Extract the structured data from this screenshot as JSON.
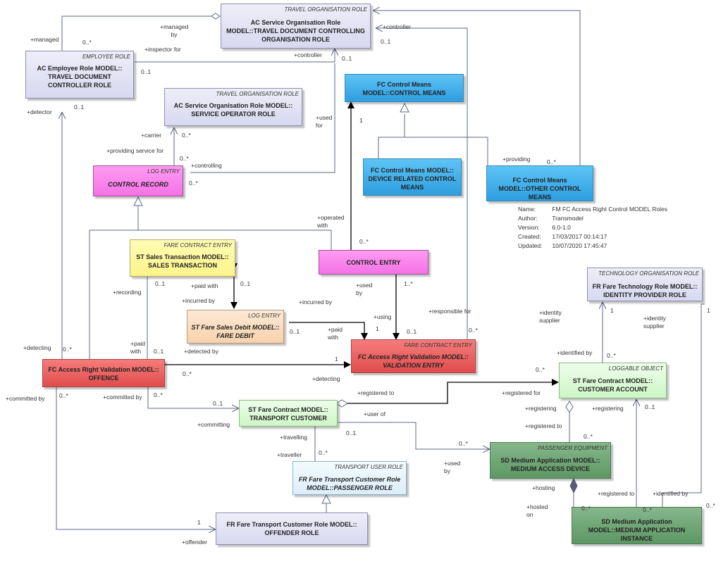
{
  "boxes": {
    "doc_ctrl_org": {
      "stereotype": "TRAVEL ORGANISATION ROLE",
      "name": "AC Service Organisation Role MODEL::TRAVEL DOCUMENT CONTROLLING ORGANISATION ROLE"
    },
    "employee": {
      "stereotype": "EMPLOYEE ROLE",
      "name": "AC Employee Role MODEL:: TRAVEL DOCUMENT CONTROLLER ROLE"
    },
    "service_operator": {
      "stereotype": "TRAVEL ORGANISATION ROLE",
      "name": "AC Service Organisation Role MODEL:: SERVICE OPERATOR ROLE"
    },
    "control_means": {
      "stereotype": "",
      "name": "FC Control Means MODEL::CONTROL MEANS"
    },
    "device_means": {
      "stereotype": "",
      "name": "FC Control Means MODEL:: DEVICE RELATED CONTROL MEANS"
    },
    "other_means": {
      "stereotype": "",
      "name": "FC Control Means MODEL::OTHER CONTROL MEANS"
    },
    "control_record": {
      "stereotype": "LOG ENTRY",
      "name": "CONTROL RECORD"
    },
    "sales_tx": {
      "stereotype": "FARE CONTRACT ENTRY",
      "name": "ST Sales Transaction MODEL:: SALES TRANSACTION"
    },
    "control_entry": {
      "stereotype": "",
      "name": "CONTROL ENTRY"
    },
    "fare_debit": {
      "stereotype": "LOG ENTRY",
      "name": "ST Fare Sales Debit MODEL:: FARE DEBIT"
    },
    "validation_entry": {
      "stereotype": "FARE CONTRACT ENTRY",
      "name": "FC Access Right Validation MODEL:: VALIDATION ENTRY"
    },
    "offence": {
      "stereotype": "",
      "name": "FC Access Right Validation MODEL:: OFFENCE"
    },
    "idp_role": {
      "stereotype": "TECHNOLOGY ORGANISATION ROLE",
      "name": "FR Fare Technology Role MODEL:: IDENTITY PROVIDER ROLE"
    },
    "customer_account": {
      "stereotype": "LOGGABLE OBJECT",
      "name": "ST Fare Contract MODEL:: CUSTOMER ACCOUNT"
    },
    "transport_customer": {
      "stereotype": "",
      "name": "ST Fare Contract MODEL:: TRANSPORT CUSTOMER"
    },
    "medium_access_device": {
      "stereotype": "PASSENGER EQUIPMENT",
      "name": "SD Medium Application MODEL:: MEDIUM ACCESS DEVICE"
    },
    "passenger_role": {
      "stereotype": "TRANSPORT USER ROLE",
      "name": "FR Fare Transport Customer Role MODEL::PASSENGER ROLE"
    },
    "offender_role": {
      "stereotype": "",
      "name": "FR Fare Transport Customer Role MODEL:: OFFENDER ROLE"
    },
    "medium_app_instance": {
      "stereotype": "",
      "name": "SD Medium Application MODEL::MEDIUM APPLICATION INSTANCE"
    }
  },
  "labels": {
    "managed": "+managed",
    "managed_by": "+managed by",
    "mult_0s_a": "0..*",
    "inspector_for": "+inspector for",
    "controller_a": "+controller",
    "mult_01_a": "0..1",
    "controller_b": "+controller",
    "mult_01_b": "0..1",
    "mult_01_c": "0..1",
    "mult_01_d": "0..1",
    "detector": "+detector",
    "used_for": "+used for",
    "mult_1_a": "1",
    "carrier": "+carrier",
    "mult_0s_b": "0..*",
    "providing_service_for": "+providing service for",
    "mult_0s_c": "0..*",
    "controlling": "+controlling",
    "mult_0s_d": "0..*",
    "providing": "+providing",
    "mult_0s_e": "0..*",
    "operated_with": "+operated with",
    "mult_0s_f": "0..*",
    "recording": "+recording",
    "mult_01_e": "0..1",
    "paid_with_a": "+paid with",
    "mult_01_f": "0..1",
    "incurred_by_a": "+incurred by",
    "incurred_by_b": "+incurred by",
    "used_by_a": "+used by",
    "mult_1s": "1..*",
    "responsible_for": "+responsible for",
    "identity_supplier_a": "+identity supplier",
    "mult_1_b": "1",
    "identity_supplier_b": "+identity supplier",
    "mult_1_c": "1",
    "using": "+using",
    "mult_1_d": "1",
    "paid_with_b": "+paid with",
    "mult_01_g": "0..1",
    "mult_01_h": "0..1",
    "mult_0s_g": "0..*",
    "detecting_a": "+detecting",
    "mult_0s_h": "0..*",
    "paid_with_c": "+paid with",
    "mult_01_i": "0..1",
    "detected_by": "+detected by",
    "mult_1_e": "1",
    "mult_0s_i": "0..*",
    "detecting_b": "+detecting",
    "identified_by_a": "+identified by",
    "mult_0s_j": "0..*",
    "mult_0s_k": "0..*",
    "committed_by_a": "+committed by",
    "mult_0s_l": "0..*",
    "committed_by_b": "+committed by",
    "mult_0s_m": "0..*",
    "registered_to_a": "+registered to",
    "registered_for": "+registered for",
    "mult_01_j": "0..1",
    "committing": "+committing",
    "user_of": "+user of",
    "mult_01_k": "0..1",
    "registering_a": "+registering",
    "registering_b": "+registering",
    "mult_01_l": "0..1",
    "registered_to_b": "+registered to",
    "mult_0s_n": "0..*",
    "travelling": "+travelling",
    "traveller": "+traveller",
    "mult_0s_o": "0..*",
    "mult_0s_p": "0..*",
    "used_by_b": "+used by",
    "hosting": "+hosting",
    "registered_to_c": "+registered to",
    "identified_by_b": "+identified by",
    "hosted_on": "+hosted on",
    "mult_0s_q": "0..*",
    "mult_0s_r": "0..*",
    "mult_0s_s": "0..*",
    "mult_1_f": "1",
    "offender": "+offender"
  },
  "info": {
    "name_key": "Name:",
    "name_val": "FM FC Access Right Control MODEL Roles",
    "author_key": "Author:",
    "author_val": "Transmodel",
    "version_key": "Version:",
    "version_val": "6.0-1.0",
    "created_key": "Created:",
    "created_val": "17/03/2017 00:14:17",
    "updated_key": "Updated:",
    "updated_val": "10/07/2020 17:45:47"
  }
}
